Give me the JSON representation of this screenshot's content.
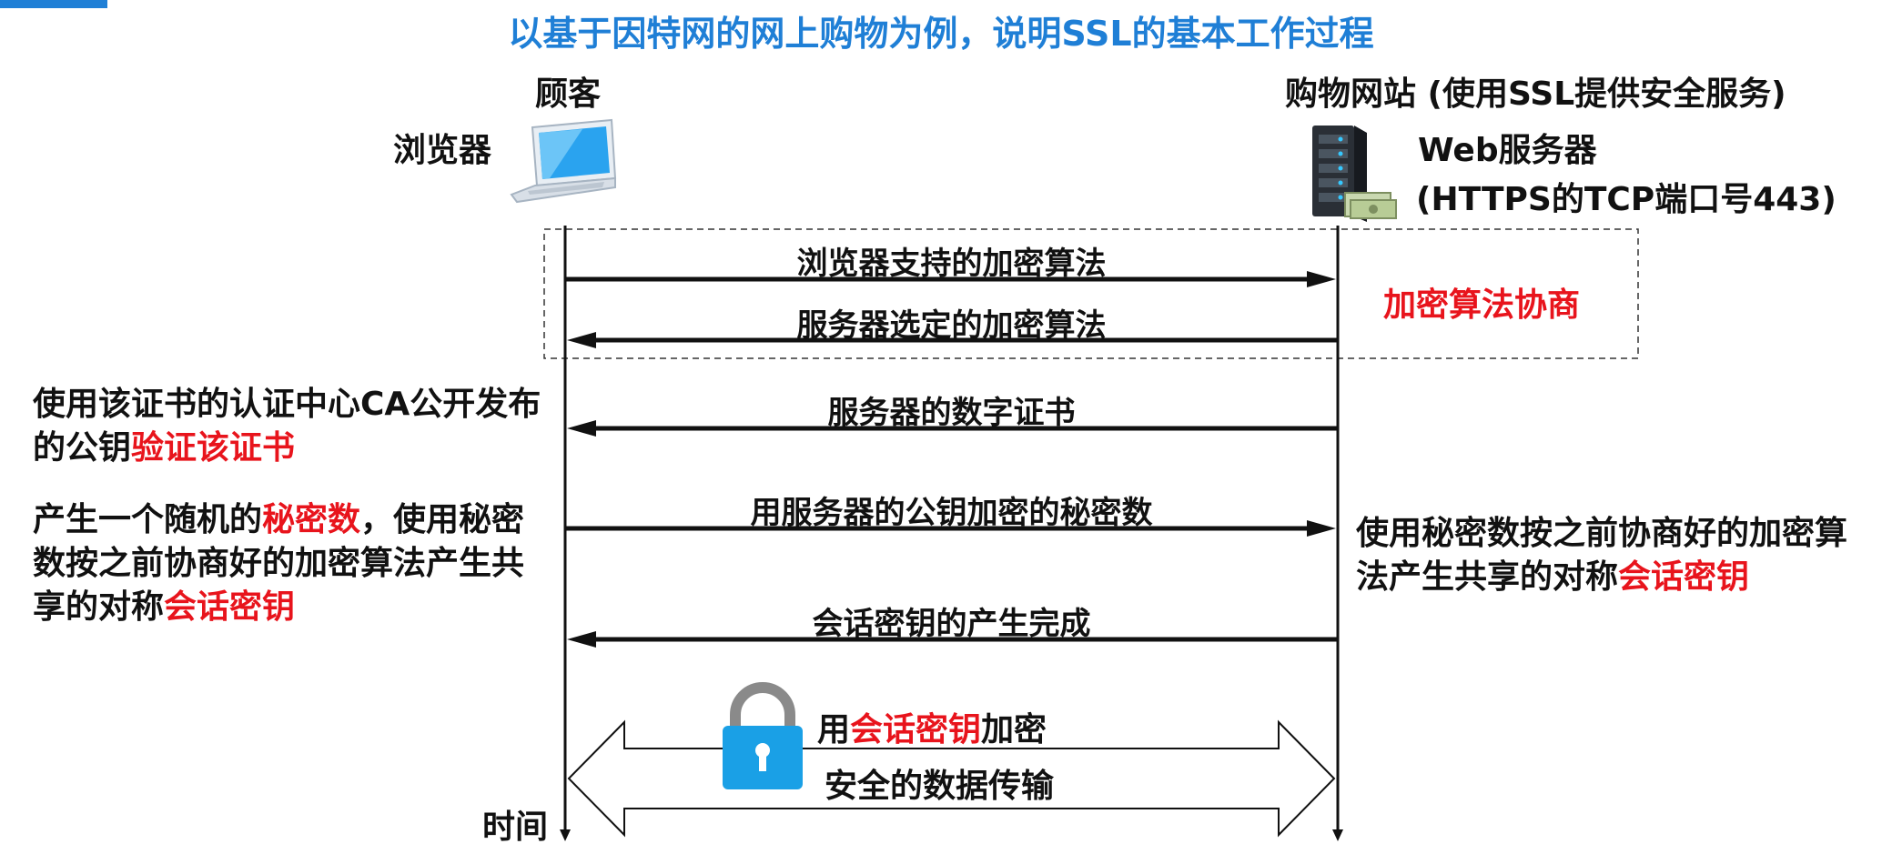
{
  "title": "以基于因特网的网上购物为例，说明SSL的基本工作过程",
  "client": {
    "role_label": "顾客",
    "browser_label": "浏览器"
  },
  "server": {
    "role_label": "购物网站 (使用SSL提供安全服务)",
    "server_label": "Web服务器",
    "port_label": "(HTTPS的TCP端口号443)"
  },
  "negotiation_label": "加密算法协商",
  "messages": [
    {
      "text": "浏览器支持的加密算法",
      "direction": "to-server"
    },
    {
      "text": "服务器选定的加密算法",
      "direction": "to-client"
    },
    {
      "text": "服务器的数字证书",
      "direction": "to-client"
    },
    {
      "text": "用服务器的公钥加密的秘密数",
      "direction": "to-server"
    },
    {
      "text": "会话密钥的产生完成",
      "direction": "to-client"
    }
  ],
  "client_notes": {
    "verify": {
      "part1": "使用该证书的认证中心CA公开发布的公钥",
      "part2": "验证该证书"
    },
    "secret": {
      "part1": "产生一个随机的",
      "part2": "秘密数",
      "part3": "，使用秘密数按之前协商好的加密算法产生共享的对称",
      "part4": "会话密钥"
    }
  },
  "server_note": {
    "part1": "使用秘密数按之前协商好的加密算法产生共享的对称",
    "part2": "会话密钥"
  },
  "secure": {
    "encrypt_prefix": "用",
    "encrypt_key": "会话密钥",
    "encrypt_suffix": "加密",
    "transfer_label": "安全的数据传输"
  },
  "time_label": "时间",
  "colors": {
    "title": "#1f7fd6",
    "highlight": "#e8141c",
    "lock": "#1aa0e6",
    "lock_shackle": "#8a8a8a"
  },
  "icons": {
    "client": "laptop-icon",
    "server": "server-rack-icon",
    "lock": "padlock-icon"
  }
}
